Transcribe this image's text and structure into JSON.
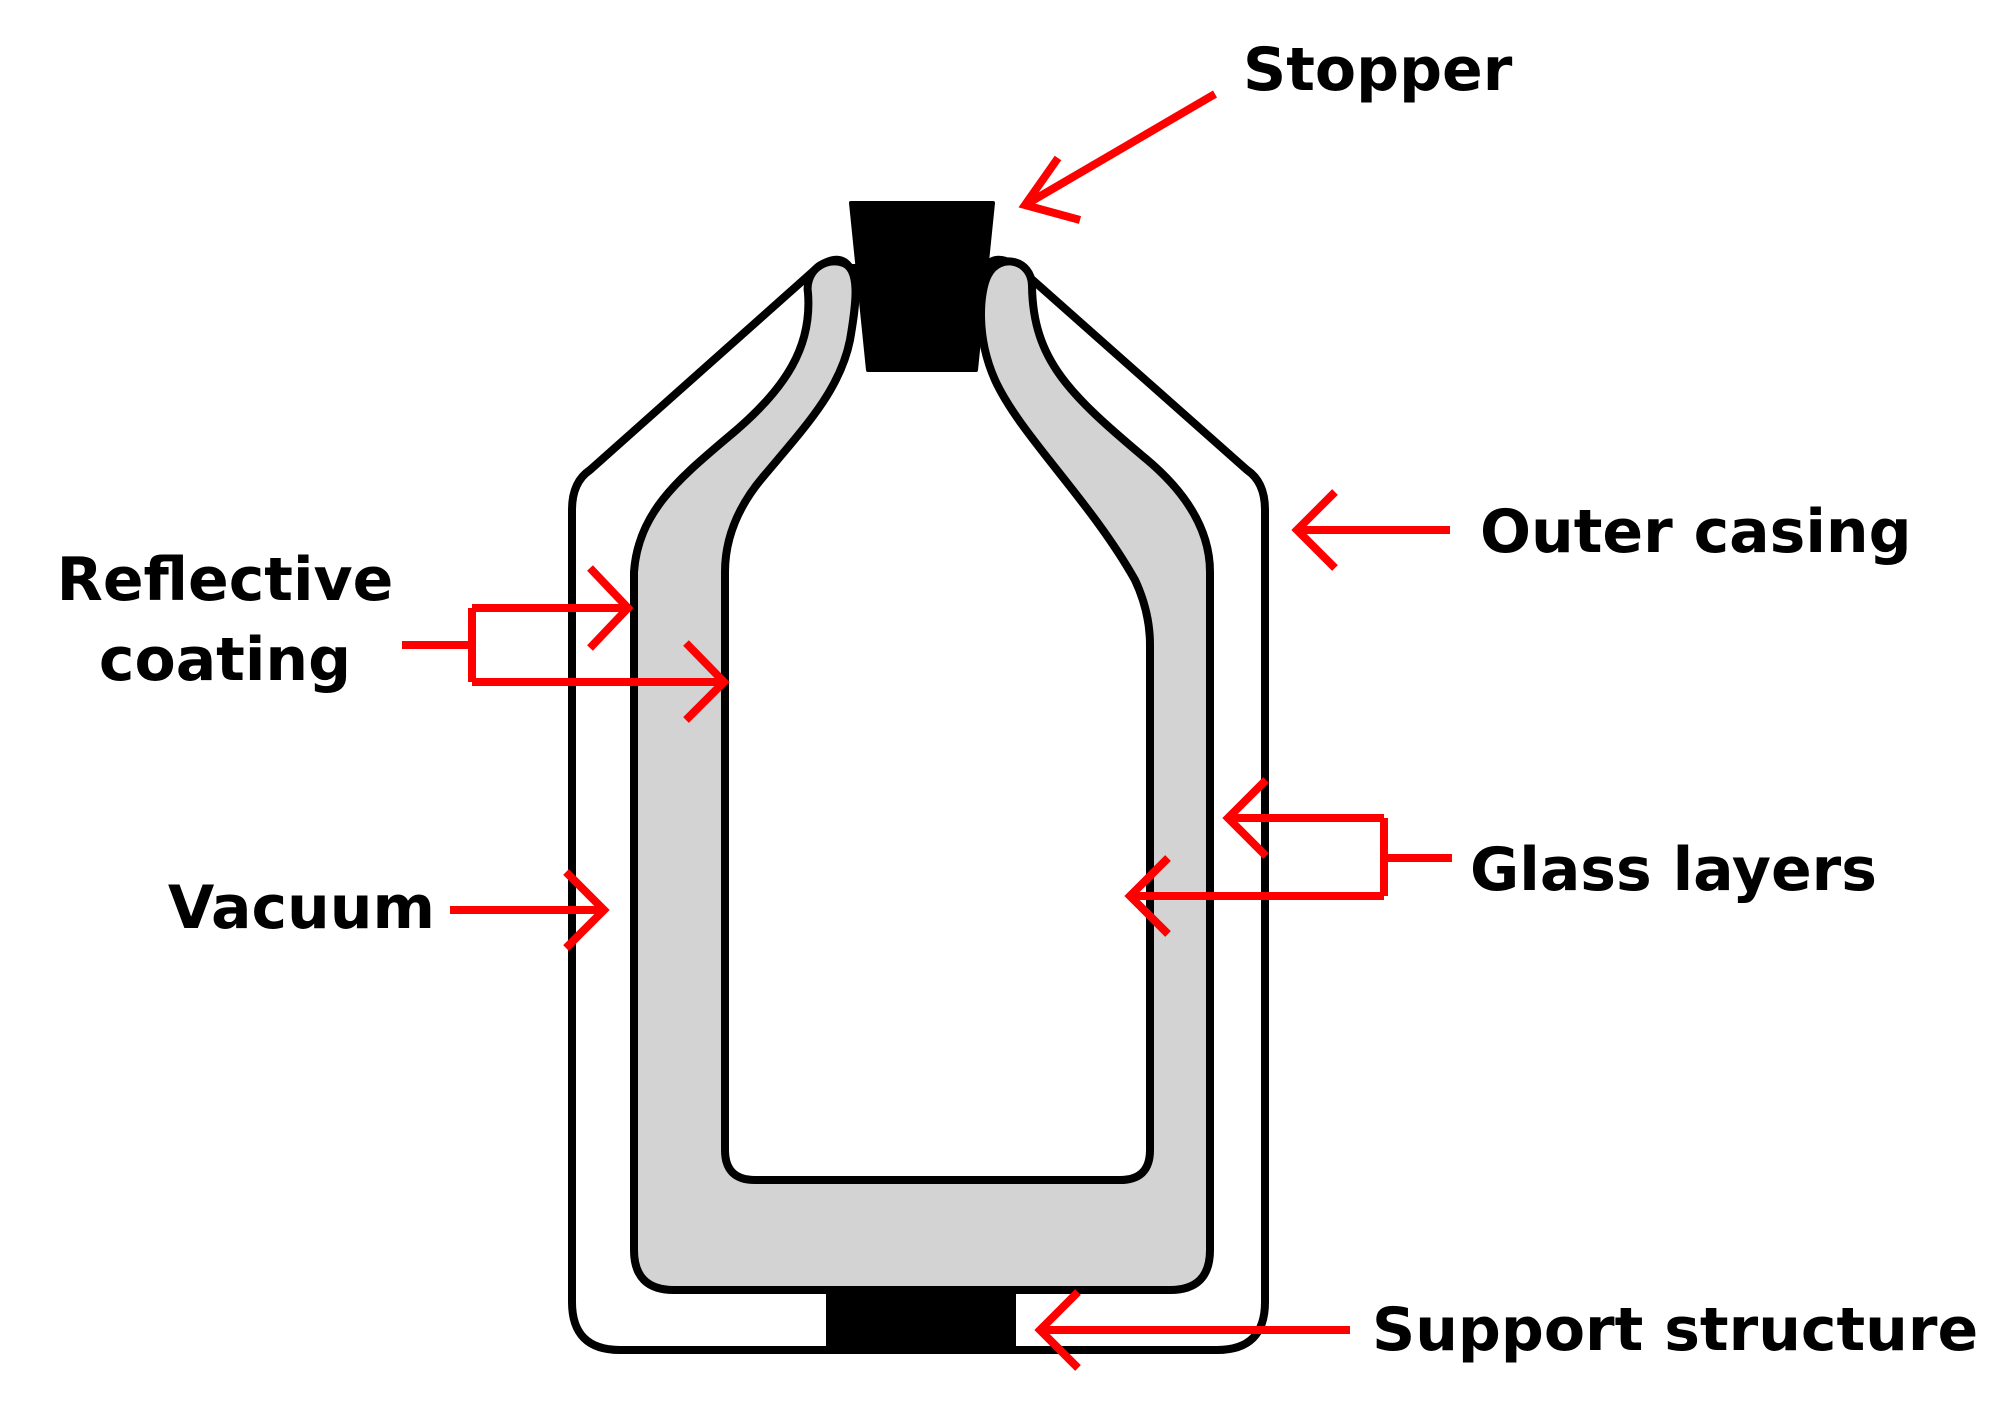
{
  "labels": {
    "stopper": "Stopper",
    "outer_casing": "Outer casing",
    "reflective_coating_line1": "Reflective",
    "reflective_coating_line2": "coating",
    "vacuum": "Vacuum",
    "glass_layers": "Glass layers",
    "support_structure": "Support structure"
  },
  "colors": {
    "arrow": "#ff0000",
    "glass": "#d3d3d3",
    "outline": "#000000",
    "solid_parts": "#000000",
    "background": "#ffffff"
  }
}
